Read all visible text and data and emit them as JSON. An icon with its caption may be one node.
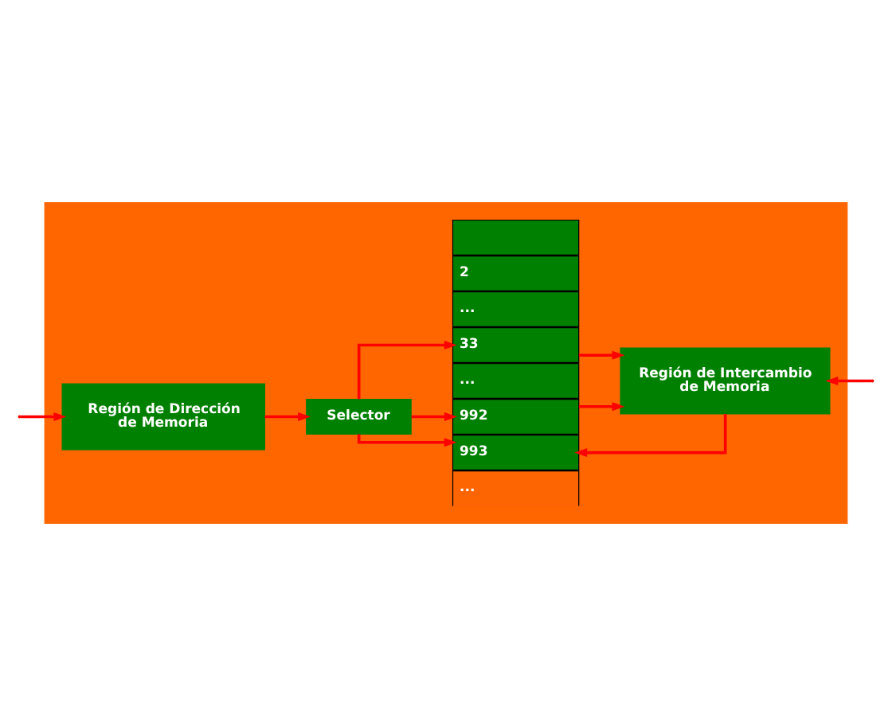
{
  "diagram": {
    "nodes": [
      {
        "text": [],
        "shape": "box"
      },
      {
        "text": [
          "Región de Dirección de Memoria"
        ],
        "in": 0
      },
      {
        "text": [
          "Región de Intercambio de Memoria"
        ],
        "in": 0
      },
      {
        "text": [
          "Selector"
        ],
        "in": 0
      },
      {
        "text": [],
        "shape": "box",
        "in": 0
      },
      {
        "text": [
          "2"
        ],
        "in": 0
      },
      {
        "text": [
          "..."
        ],
        "in": 0
      },
      {
        "text": [
          "33"
        ],
        "in": 0
      },
      {
        "text": [
          "..."
        ],
        "in": 0
      },
      {
        "text": [
          "992"
        ],
        "in": 0
      },
      {
        "text": [
          "993"
        ],
        "in": 0
      },
      {
        "text": [
          "..."
        ],
        "in": 0
      }
    ],
    "edges": [
      {
        "from": null,
        "to": 1,
        "arrow": "to"
      },
      {
        "from": null,
        "to": 2,
        "arrow": "to"
      },
      {
        "from": 1,
        "to": 3,
        "arrow": "to"
      },
      {
        "from": 3,
        "to": 7,
        "arrow": "to"
      },
      {
        "from": 3,
        "to": 9,
        "arrow": "to"
      },
      {
        "from": 3,
        "to": 10,
        "arrow": "to"
      },
      {
        "from": 7,
        "to": 2,
        "arrow": "to"
      },
      {
        "from": 9,
        "to": 2,
        "arrow": "to"
      },
      {
        "from": 2,
        "to": 10,
        "arrow": "to"
      }
    ]
  }
}
